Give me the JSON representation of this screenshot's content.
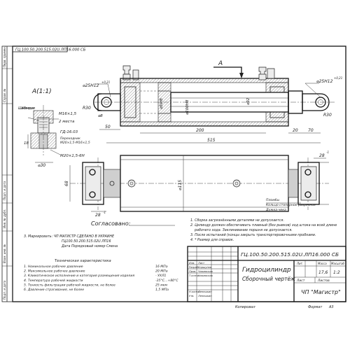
{
  "stamp_code": "ГЦ.100.50.200.515.02U.ЛП16.000 СБ",
  "view_label": "A",
  "section_label": "A(1:1)",
  "dims": {
    "hole_left": "⌀25H12",
    "hole_left_tol": "+0,21",
    "hole_right": "⌀25H12",
    "hole_right_tol": "+0,21",
    "bore_50": "⌀50f8",
    "bore_100": "⌀100H8",
    "rod_92": "⌀92",
    "r30_left": "R30",
    "r30_right": "R30",
    "d8": "⌀8",
    "d50": "50",
    "d200": "200",
    "d515": "515",
    "d20": "20",
    "d70": "70",
    "d68": "68",
    "d115": "⌀115",
    "d28_right": "28",
    "d28_right_tol": "-1",
    "d28_bottom": "28",
    "d28_bottom_tol": "-1",
    "d30": "⌀30",
    "d18": "18",
    "m16": "M16×1,5",
    "m20": "M20×1,5-6H",
    "places": "2 места",
    "gd": "ГД-16.03",
    "shim": "Шайба медная",
    "adapter": "Переходник",
    "adapter_spec": "M20×1,5-M16×1,5"
  },
  "plug_note": "Пломбы\nКольцо стопорное разрезное\nДужка-чека",
  "agreed_label": "Согласовано:",
  "marking": [
    "3. Маркировать: ЧП МАГИСТР   СДЕЛАНО В УКРАИНЕ",
    "ГЦ100.50.200.515.02U.ЛП16",
    "Дата  Порядковый номер  Смена"
  ],
  "notes": [
    "1. Сборка загрязнёнными деталями не допускается.",
    "2. Цилиндр должен обеспечивать плавный (без рывков) ход штока на всей длине",
    "рабочего хода. Заклинивание поршня не допускается.",
    "3. После испытаний (концы закрыть транспортировочными пробками.",
    "4. * Размер для справок."
  ],
  "tech_title": "Техническая характеристика",
  "tech": [
    {
      "label": "1. Номинальное рабочее давление",
      "value": "16 МПа"
    },
    {
      "label": "2. Максимальное рабочее давление",
      "value": "20 МПа"
    },
    {
      "label": "3. Климатическое исполнение и категория размещения изделия",
      "value": "- УХЛ1"
    },
    {
      "label": "4. Температура рабочей жидкости",
      "value": "-35°С...+80°С"
    },
    {
      "label": "5. Тонкость фильтрации рабочей жидкости, не более",
      "value": "25 мкм"
    },
    {
      "label": "6. Давление страгивания, не более",
      "value": "1,5 МПа"
    }
  ],
  "title_block": {
    "code": "ГЦ.100.50.200.515.02U.ЛП16.000 СБ",
    "name_line1": "Гидроцилиндр",
    "name_line2": "Сборочный чертёж",
    "lit_label": "Лит.",
    "mass_label": "Масса",
    "scale_label": "Масштаб",
    "mass": "17,6",
    "scale": "1:2",
    "sheet_label": "Лист",
    "sheets_label": "Листов",
    "company": "ЧП \"Магистр\"",
    "copied": "Копировал",
    "format_label": "Формат",
    "format": "А3",
    "roles": [
      {
        "role": "Изм.",
        "name": "Лист"
      },
      {
        "role": "Разраб.",
        "name": "Коршунов"
      },
      {
        "role": "Пров.",
        "name": "Чижевских"
      },
      {
        "role": "Т.контр.",
        "name": "Чижевских"
      },
      {
        "role": "Н.контр.",
        "name": "Лепешкин"
      },
      {
        "role": "Утв.",
        "name": "Лепешкин"
      }
    ]
  },
  "side_stamp": [
    "Перв. примен.",
    "Справ. №",
    "Подп. и дата",
    "Инв. № дубл.",
    "Взам. инв. №",
    "Подп. и дата",
    "Инв. № подл."
  ]
}
